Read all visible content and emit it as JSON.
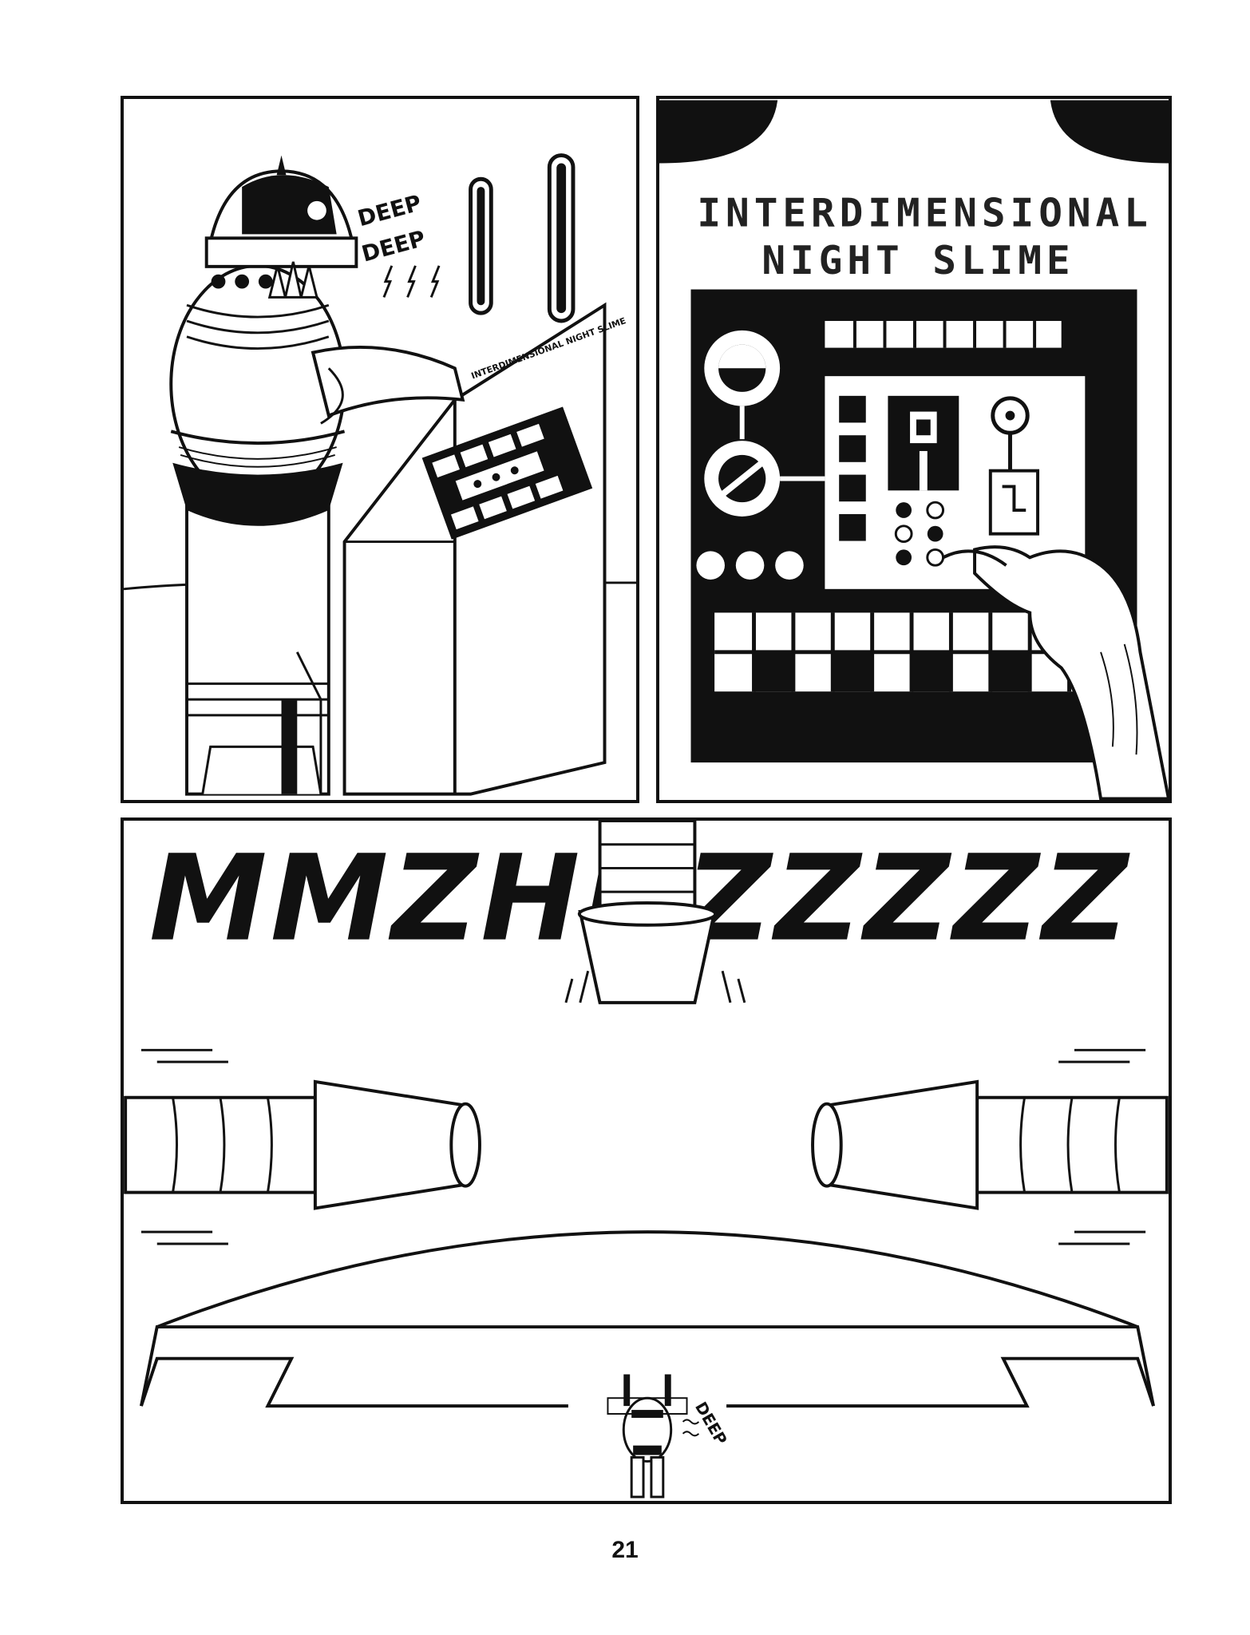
{
  "panel1": {
    "sfx_line1": "DEEP",
    "sfx_line2": "DEEP",
    "console_label": "INTERDIMENSIONAL NIGHT SLIME"
  },
  "panel2": {
    "title_line1": "INTERDIMENSIONAL",
    "title_line2": "NIGHT SLIME"
  },
  "panel3": {
    "sfx_big": "MMZHHZZZZZ",
    "sfx_small": "DEEP"
  },
  "page_number": "21",
  "colors": {
    "ink": "#111111",
    "paper": "#ffffff"
  }
}
